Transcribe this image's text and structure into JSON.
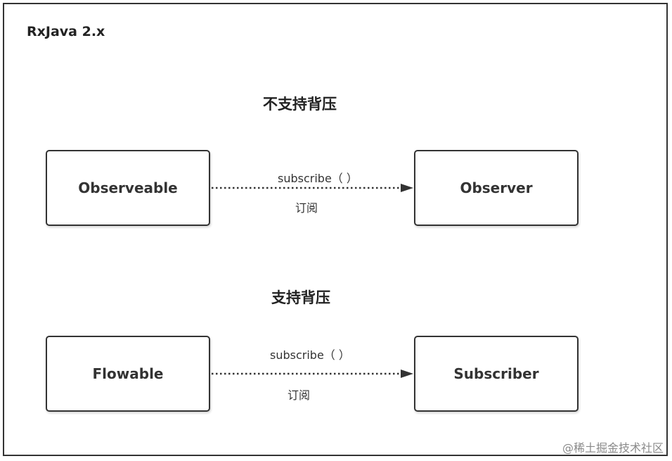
{
  "title": "RxJava 2.x",
  "sections": [
    {
      "heading": "不支持背压",
      "source": "Observeable",
      "target": "Observer",
      "edge_label": "subscribe（ ）",
      "edge_sublabel": "订阅"
    },
    {
      "heading": "支持背压",
      "source": "Flowable",
      "target": "Subscriber",
      "edge_label": "subscribe（ ）",
      "edge_sublabel": "订阅"
    }
  ],
  "watermark": "@稀土掘金技术社区",
  "colors": {
    "border": "#333333",
    "text": "#222222",
    "watermark": "#8a8a8a"
  }
}
